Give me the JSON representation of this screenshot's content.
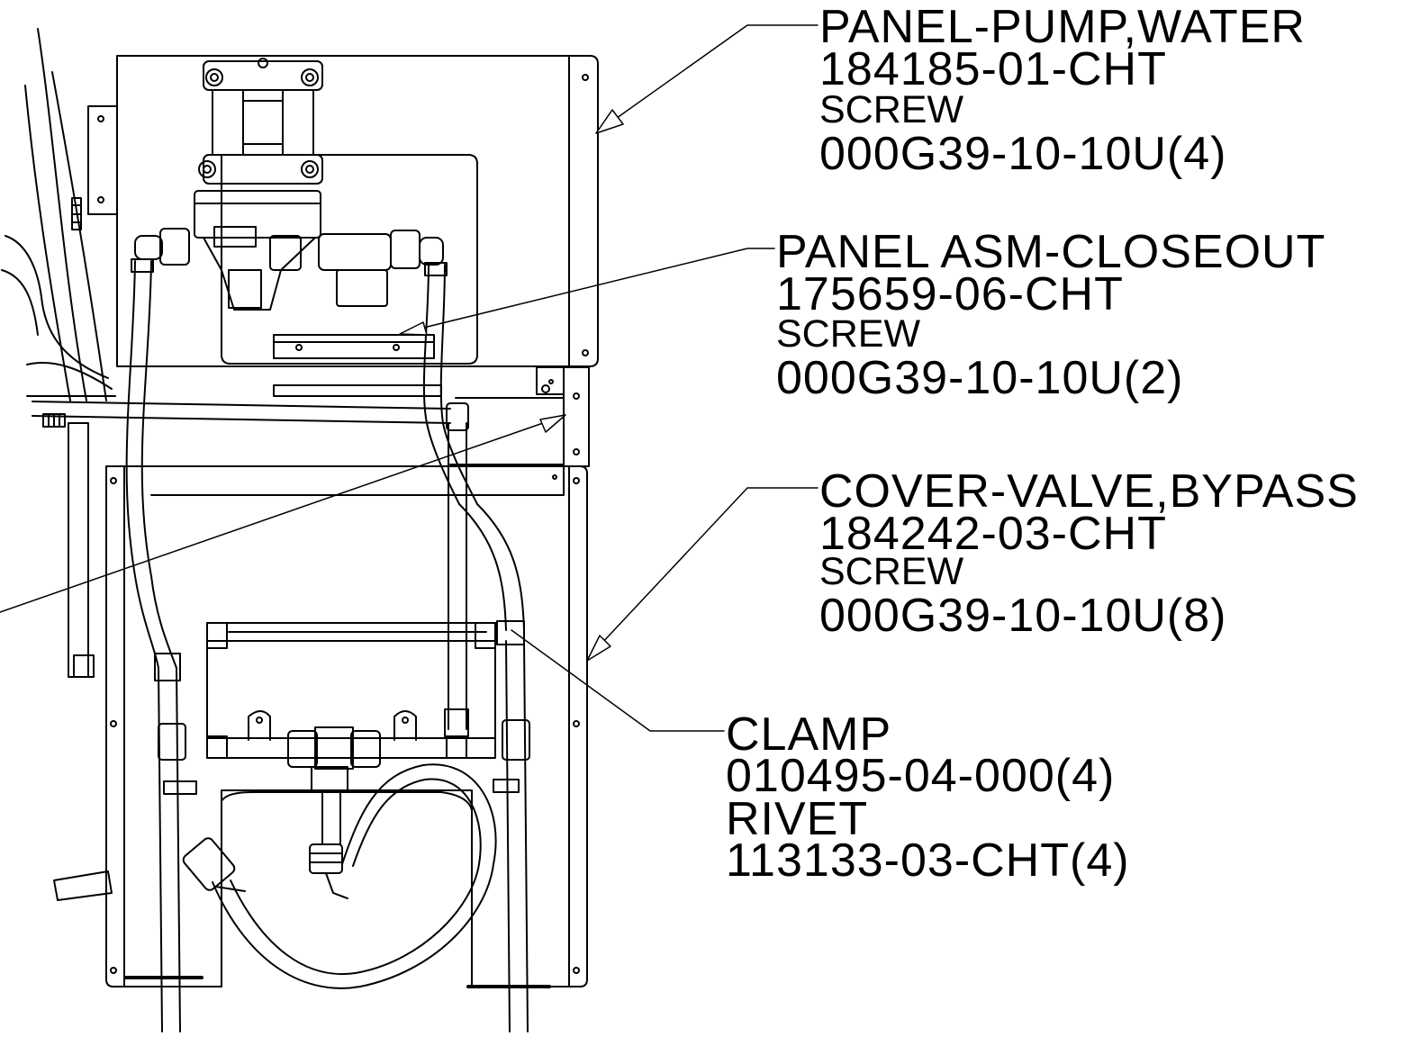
{
  "callouts": [
    {
      "part_name": "PANEL-PUMP,WATER",
      "part_number": "184185-01-CHT",
      "hardware_name": "SCREW",
      "hardware_number": "000G39-10-10U(4)"
    },
    {
      "part_name": "PANEL ASM-CLOSEOUT",
      "part_number": "175659-06-CHT",
      "hardware_name": "SCREW",
      "hardware_number": "000G39-10-10U(2)"
    },
    {
      "part_name": "COVER-VALVE,BYPASS",
      "part_number": "184242-03-CHT",
      "hardware_name": "SCREW",
      "hardware_number": "000G39-10-10U(8)"
    },
    {
      "part_name": "CLAMP",
      "part_number": "010495-04-000(4)",
      "hardware_name": "RIVET",
      "hardware_number": "113133-03-CHT(4)"
    }
  ],
  "colors": {
    "line": "#000000",
    "background": "#ffffff"
  }
}
